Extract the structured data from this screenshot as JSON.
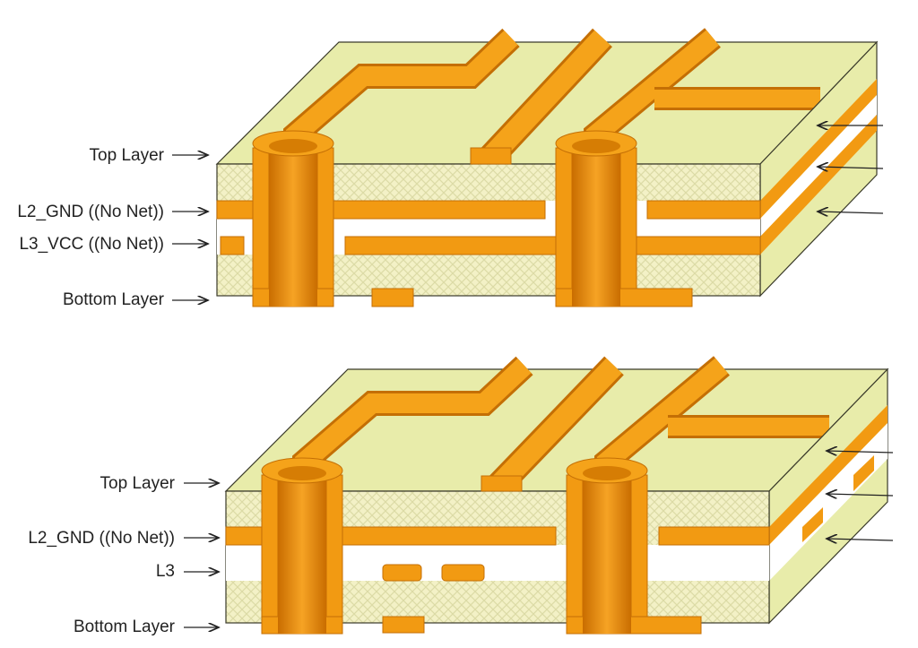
{
  "diagrams": [
    {
      "labels": [
        "Top Layer",
        "L2_GND ((No Net))",
        "L3_VCC ((No Net))",
        "Bottom Layer"
      ]
    },
    {
      "labels": [
        "Top Layer",
        "L2_GND ((No Net))",
        "L3",
        "Bottom Layer"
      ]
    }
  ],
  "colors": {
    "copper": "#f29a12",
    "copper_dark": "#c46f05",
    "substrate": "#e8ecaa",
    "prepreg_hatch": "#f4f2cc",
    "core": "#ffffff"
  }
}
